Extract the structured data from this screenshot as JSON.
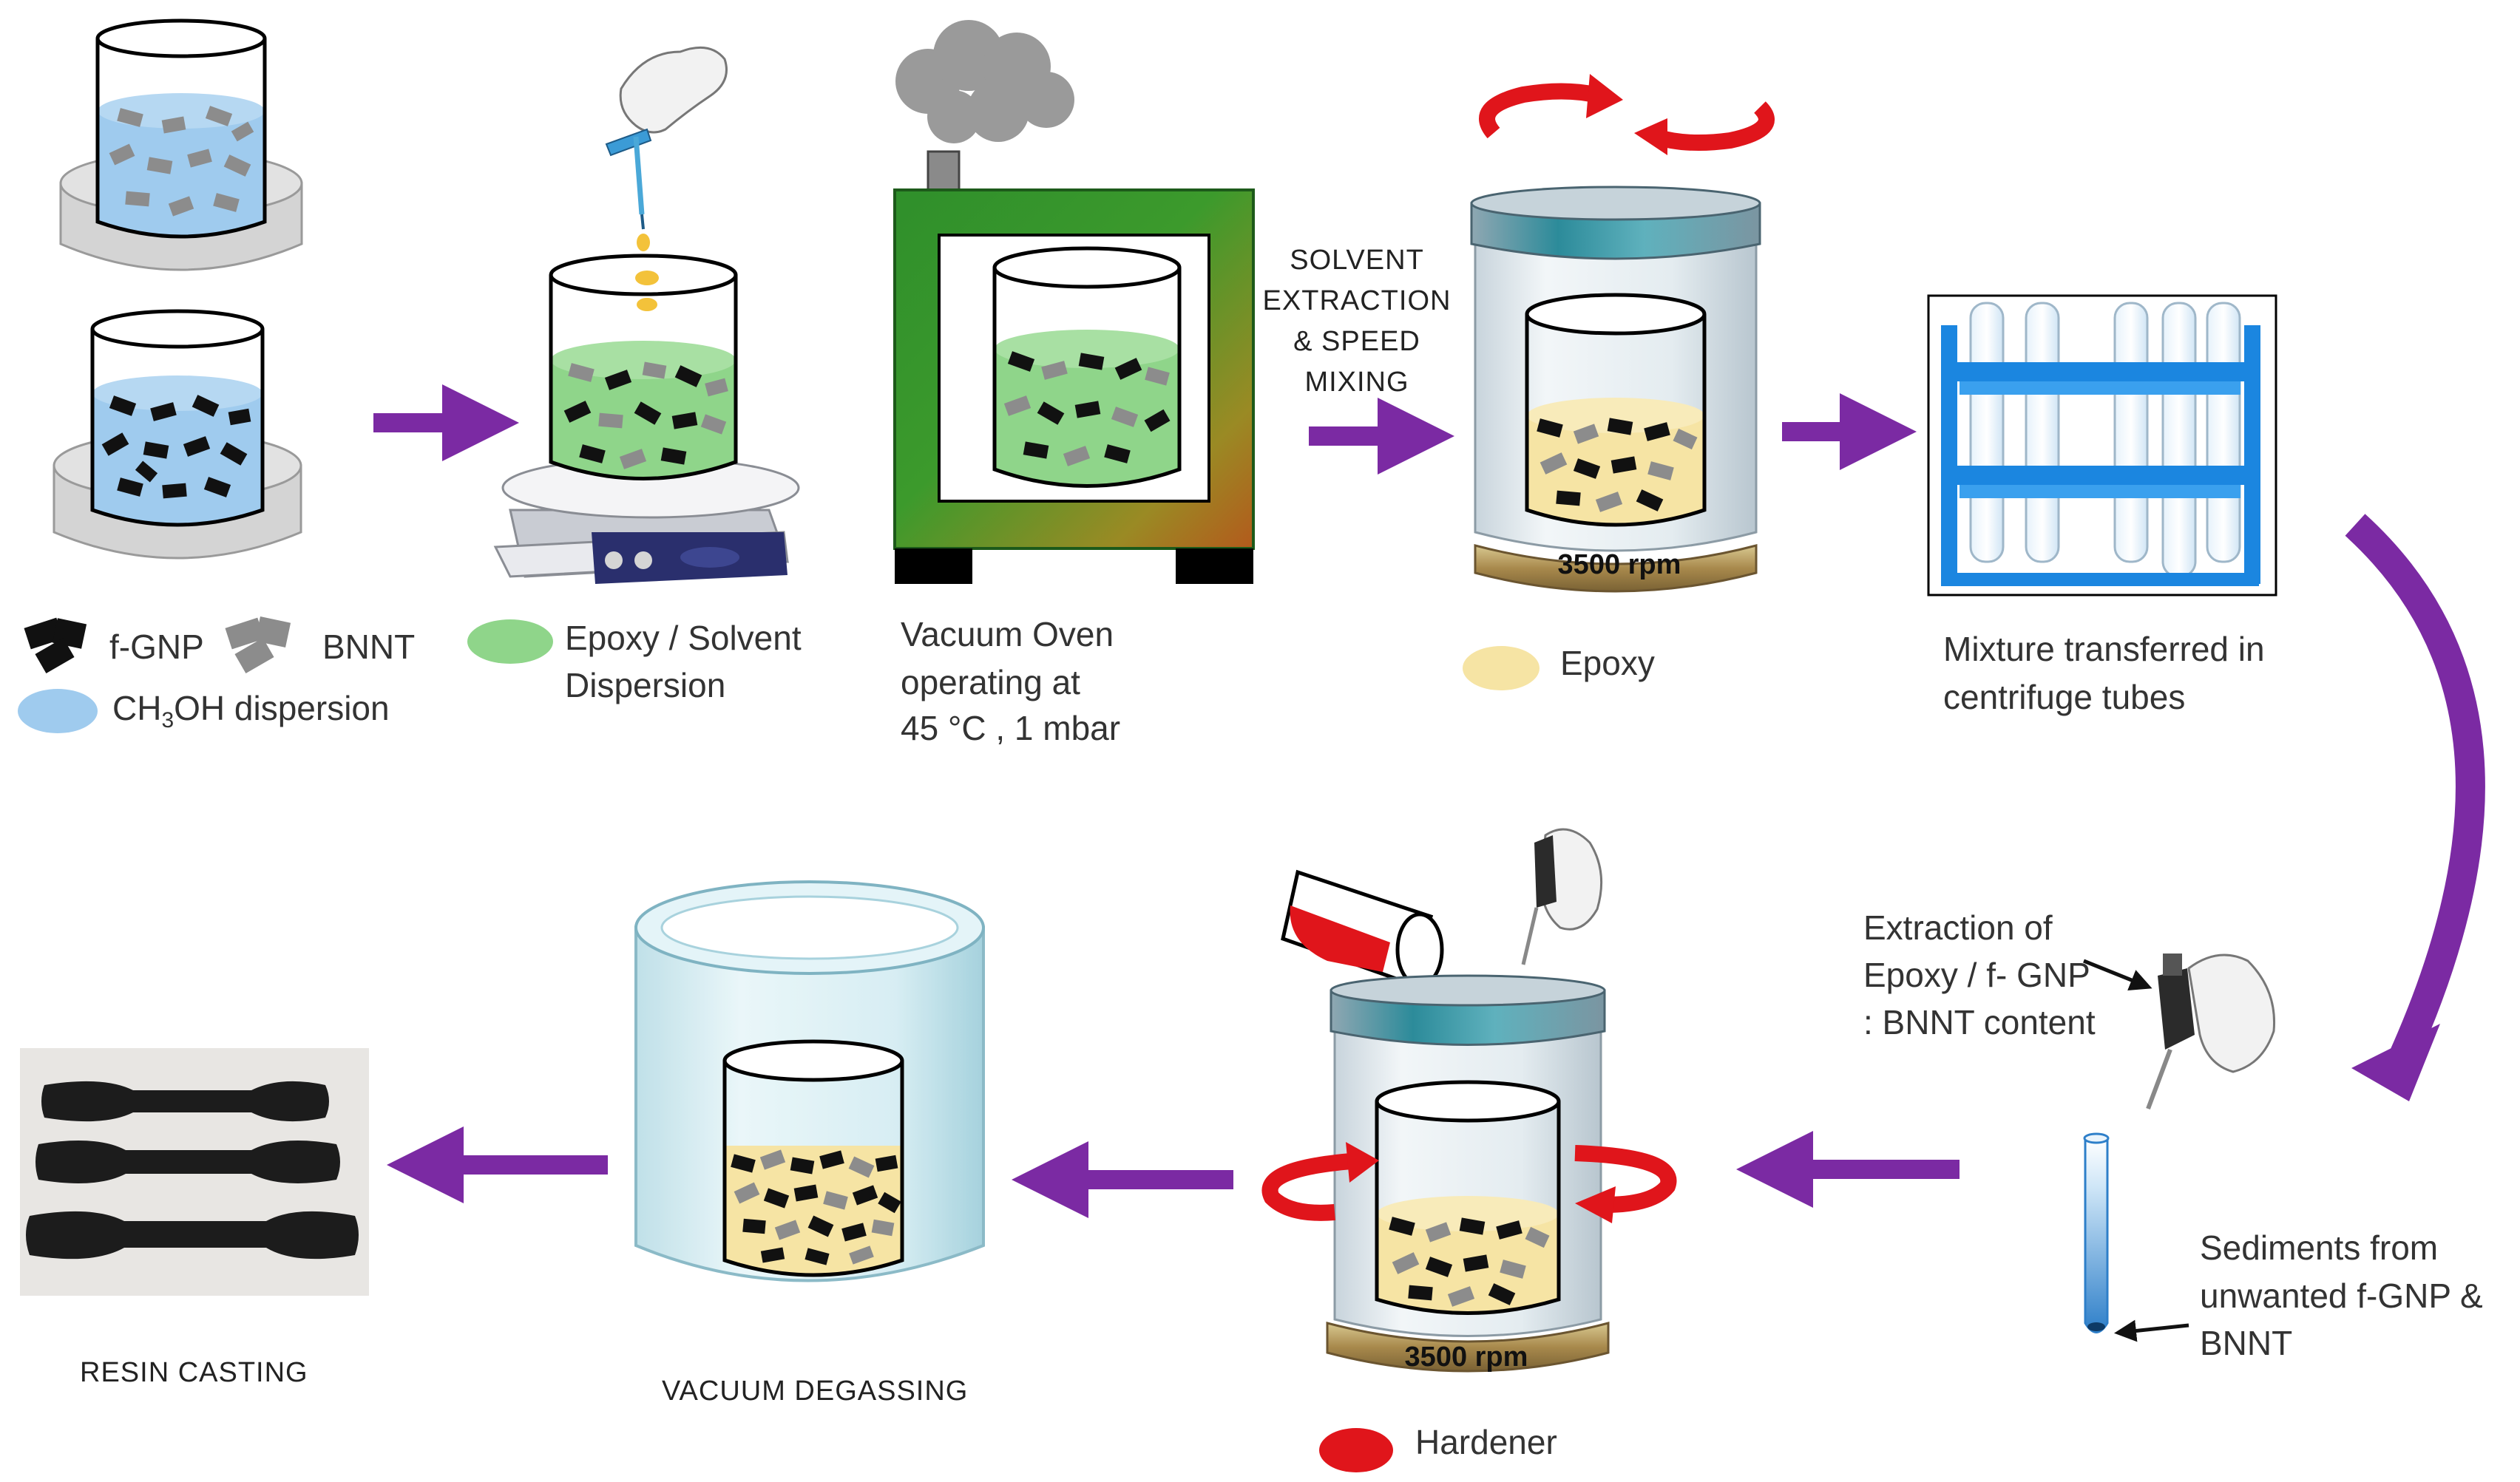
{
  "colors": {
    "arrow": "#7b2aa3",
    "methanol": "#9fcbee",
    "epoxy_solvent": "#8fd58a",
    "epoxy": "#f6e4a4",
    "hardener": "#e0151b",
    "gnp": "#111111",
    "bnnt": "#8c8c8c",
    "oven_green": "#2f8f2b"
  },
  "icons": {
    "gnp_legend": "black-flakes-icon",
    "bnnt_legend": "gray-flakes-icon",
    "methanol_legend": "blue-blob-icon",
    "epoxy_solvent_legend": "green-blob-icon",
    "epoxy_legend": "yellow-blob-icon",
    "hardener_legend": "red-blob-icon"
  },
  "legend": {
    "gnp": "f-GNP",
    "bnnt": "BNNT",
    "methanol_prefix": "CH",
    "methanol_sub": "3",
    "methanol_suffix": "OH dispersion",
    "epoxy_solvent_line1": "Epoxy / Solvent",
    "epoxy_solvent_line2": "Dispersion",
    "epoxy": "Epoxy",
    "hardener": "Hardener"
  },
  "steps": {
    "oven_line1": "Vacuum Oven",
    "oven_line2": "operating at",
    "oven_line3": "45 °C , 1 mbar",
    "solvent_line1": "SOLVENT",
    "solvent_line2": "EXTRACTION",
    "solvent_line3": "& SPEED",
    "solvent_line4": "MIXING",
    "mixer_rpm_top": "3500 rpm",
    "mixer_rpm_bottom": "3500 rpm",
    "centrifuge_line1": "Mixture transferred in",
    "centrifuge_line2": "centrifuge tubes",
    "extraction_line1": "Extraction of",
    "extraction_line2": "Epoxy / f- GNP",
    "extraction_line3": ": BNNT content",
    "sediment_line1": "Sediments from",
    "sediment_line2": "unwanted f-GNP &",
    "sediment_line3": "BNNT",
    "degassing": "VACUUM DEGASSING",
    "casting": "RESIN CASTING"
  }
}
